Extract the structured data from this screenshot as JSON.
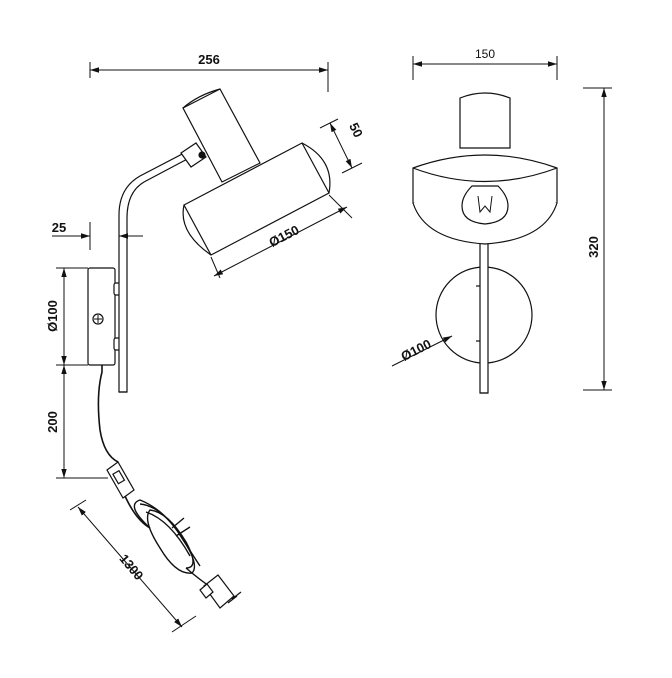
{
  "dimensions": {
    "side_width": "256",
    "shade_depth": "50",
    "shade_diameter": "Ø150",
    "arm_offset": "25",
    "base_height": "Ø100",
    "cable_drop": "200",
    "cable_length": "1300",
    "front_width": "150",
    "total_height": "320",
    "front_base_diameter": "Ø100"
  }
}
